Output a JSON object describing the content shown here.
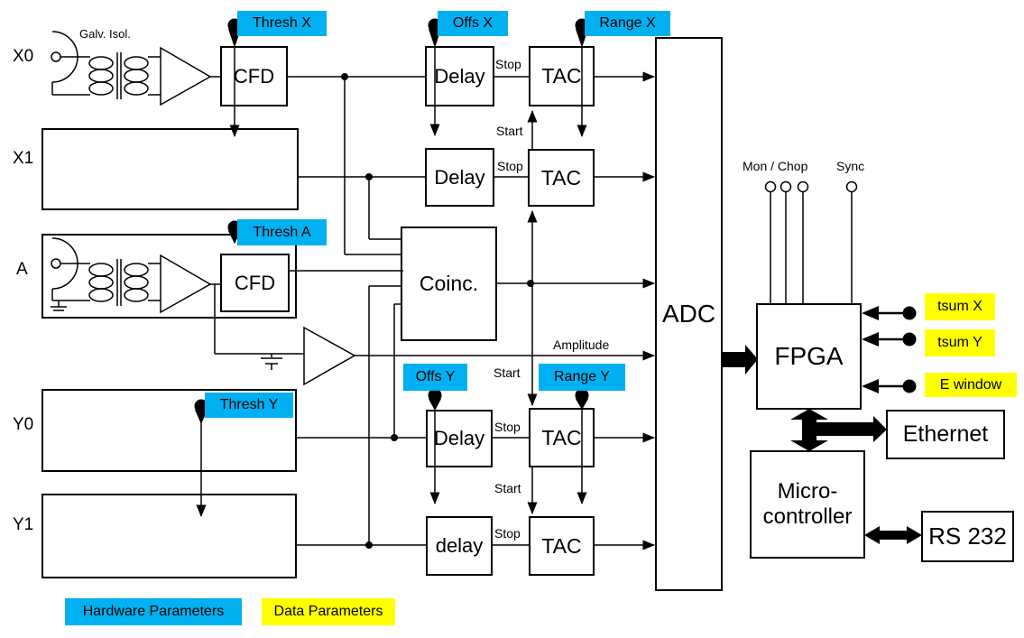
{
  "inputs": {
    "x0": "X0",
    "x1": "X1",
    "a": "A",
    "y0": "Y0",
    "y1": "Y1"
  },
  "blocks": {
    "cfd": "CFD",
    "delay": "Delay",
    "delay_lower": "delay",
    "tac": "TAC",
    "coinc": "Coinc.",
    "adc": "ADC",
    "fpga": "FPGA",
    "ethernet": "Ethernet",
    "micro_line1": "Micro-",
    "micro_line2": "controller",
    "rs232": "RS 232"
  },
  "hardware_params": {
    "thresh_x": "Thresh X",
    "offs_x": "Offs X",
    "range_x": "Range X",
    "thresh_a": "Thresh A",
    "thresh_y": "Thresh Y",
    "offs_y": "Offs Y",
    "range_y": "Range Y"
  },
  "data_params": {
    "tsum_x": "tsum X",
    "tsum_y": "tsum Y",
    "e_window": "E window"
  },
  "signals": {
    "stop": "Stop",
    "start": "Start",
    "amplitude": "Amplitude",
    "galv_isol": "Galv. Isol.",
    "mon_chop": "Mon / Chop",
    "sync": "Sync"
  },
  "legend": {
    "hardware": "Hardware Parameters",
    "data": "Data Parameters"
  },
  "colors": {
    "hardware_param": "#00B0F0",
    "data_param": "#FFFF00",
    "line": "#000000",
    "background": "#FFFFFF"
  }
}
